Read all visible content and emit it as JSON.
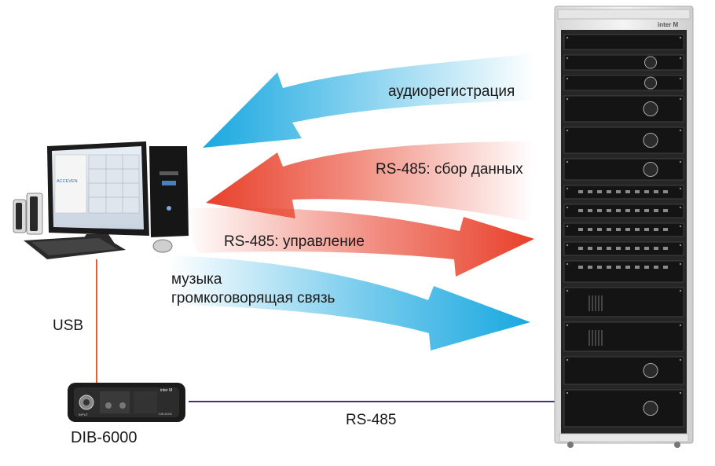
{
  "labels": {
    "audio_registration": "аудиорегистрация",
    "rs485_collect": "RS-485: сбор данных",
    "rs485_control": "RS-485: управление",
    "music": "музыка",
    "talkback": "громкоговорящая связь",
    "usb": "USB",
    "rs485_line": "RS-485",
    "device_name": "DIB-6000",
    "rack_brand": "inter M",
    "device_brand": "inter M",
    "device_model": "DIB-6000",
    "device_input": "INPUT",
    "monitor_app_title": "ACCEVEN"
  },
  "colors": {
    "blue_arrow": "#19a8e0",
    "red_arrow": "#e8402a",
    "usb_line": "#e0602f",
    "rs485_line": "#4a2a7a",
    "rack_body": "#2a2a2a"
  }
}
